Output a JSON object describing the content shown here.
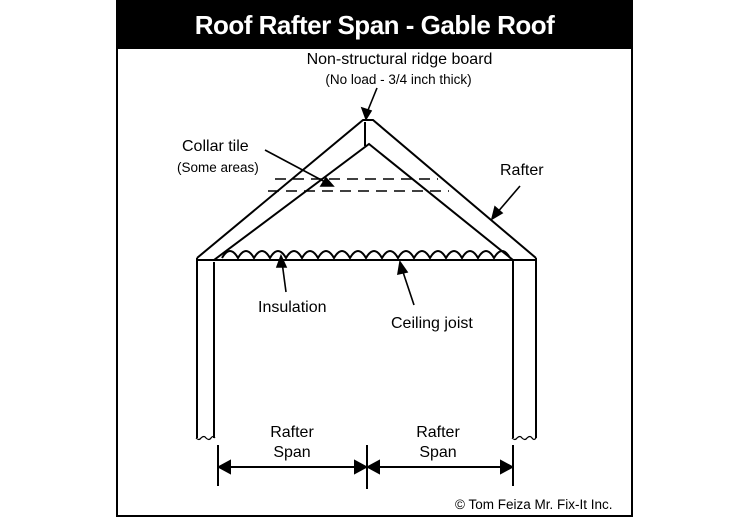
{
  "title": "Roof Rafter Span - Gable Roof",
  "labels": {
    "ridge_board": "Non-structural ridge board",
    "ridge_board_note": "(No load - 3/4 inch thick)",
    "collar_tile": "Collar tile",
    "collar_tile_note": "(Some areas)",
    "rafter": "Rafter",
    "insulation": "Insulation",
    "ceiling_joist": "Ceiling joist",
    "rafter_span_left": [
      "Rafter",
      "Span"
    ],
    "rafter_span_right": [
      "Rafter",
      "Span"
    ]
  },
  "copyright": "© Tom Feiza Mr. Fix-It Inc.",
  "colors": {
    "ink": "#000000",
    "paper": "#ffffff"
  }
}
